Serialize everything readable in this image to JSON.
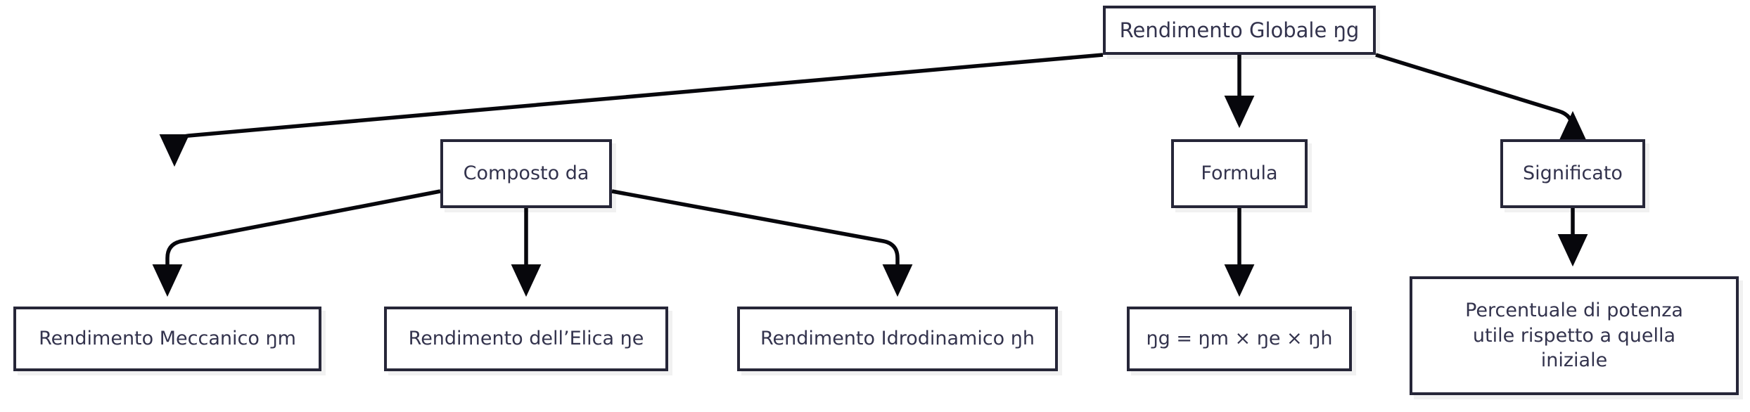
{
  "diagram": {
    "title": "Rendimento Globale",
    "type": "flowchart",
    "background_color": "#ffffff",
    "node_border_color": "#262638",
    "node_fill_color": "#ffffff",
    "node_text_color": "#33334d",
    "edge_color": "#000000",
    "nodes": {
      "root": "Rendimento Globale ŋg",
      "composto": "Composto da",
      "formula": "Formula",
      "significato": "Significato",
      "meccanico": "Rendimento Meccanico ŋm",
      "elica": "Rendimento dell’Elica ŋe",
      "idrodinamico": "Rendimento Idrodinamico ŋh",
      "formula_value": "ŋg = ŋm × ŋe × ŋh",
      "percentuale": "Percentuale di potenza\nutile rispetto a quella\niniziale"
    },
    "edges": [
      {
        "from": "root",
        "to": "composto"
      },
      {
        "from": "root",
        "to": "formula"
      },
      {
        "from": "root",
        "to": "significato"
      },
      {
        "from": "composto",
        "to": "meccanico"
      },
      {
        "from": "composto",
        "to": "elica"
      },
      {
        "from": "composto",
        "to": "idrodinamico"
      },
      {
        "from": "formula",
        "to": "formula_value"
      },
      {
        "from": "significato",
        "to": "percentuale"
      }
    ]
  }
}
